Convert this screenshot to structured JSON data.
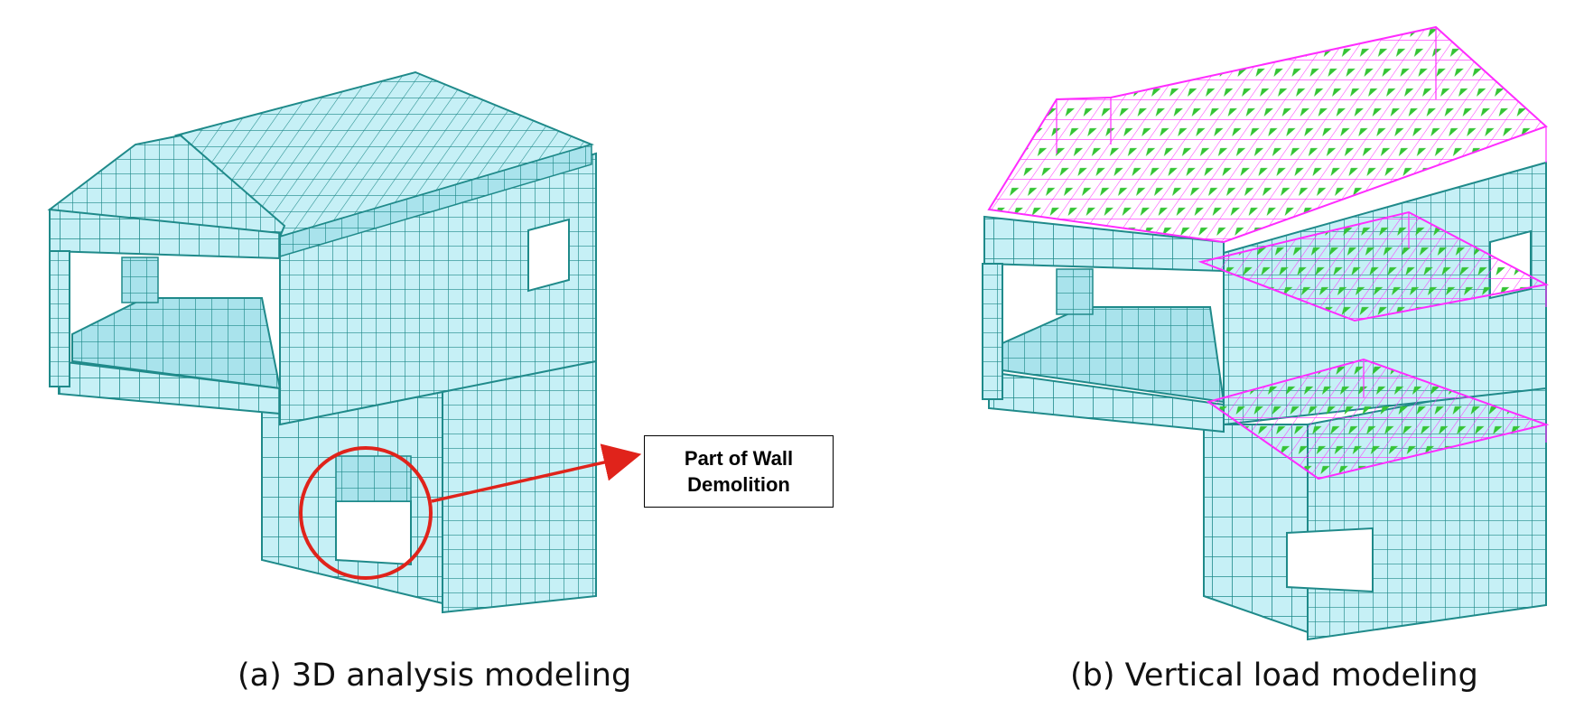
{
  "panel_a": {
    "caption": "(a) 3D analysis modeling",
    "callout": {
      "line1": "Part of Wall",
      "line2": "Demolition"
    }
  },
  "panel_b": {
    "caption": "(b) Vertical load modeling"
  },
  "colors": {
    "mesh_fill": "#c6f0f6",
    "mesh_fill_dark": "#a9e3ec",
    "mesh_line": "#1f8a8a",
    "load_line": "#ff2cff",
    "load_arrow": "#35c435",
    "highlight": "#e0231b"
  },
  "icons": [
    "arrow-right-icon"
  ]
}
